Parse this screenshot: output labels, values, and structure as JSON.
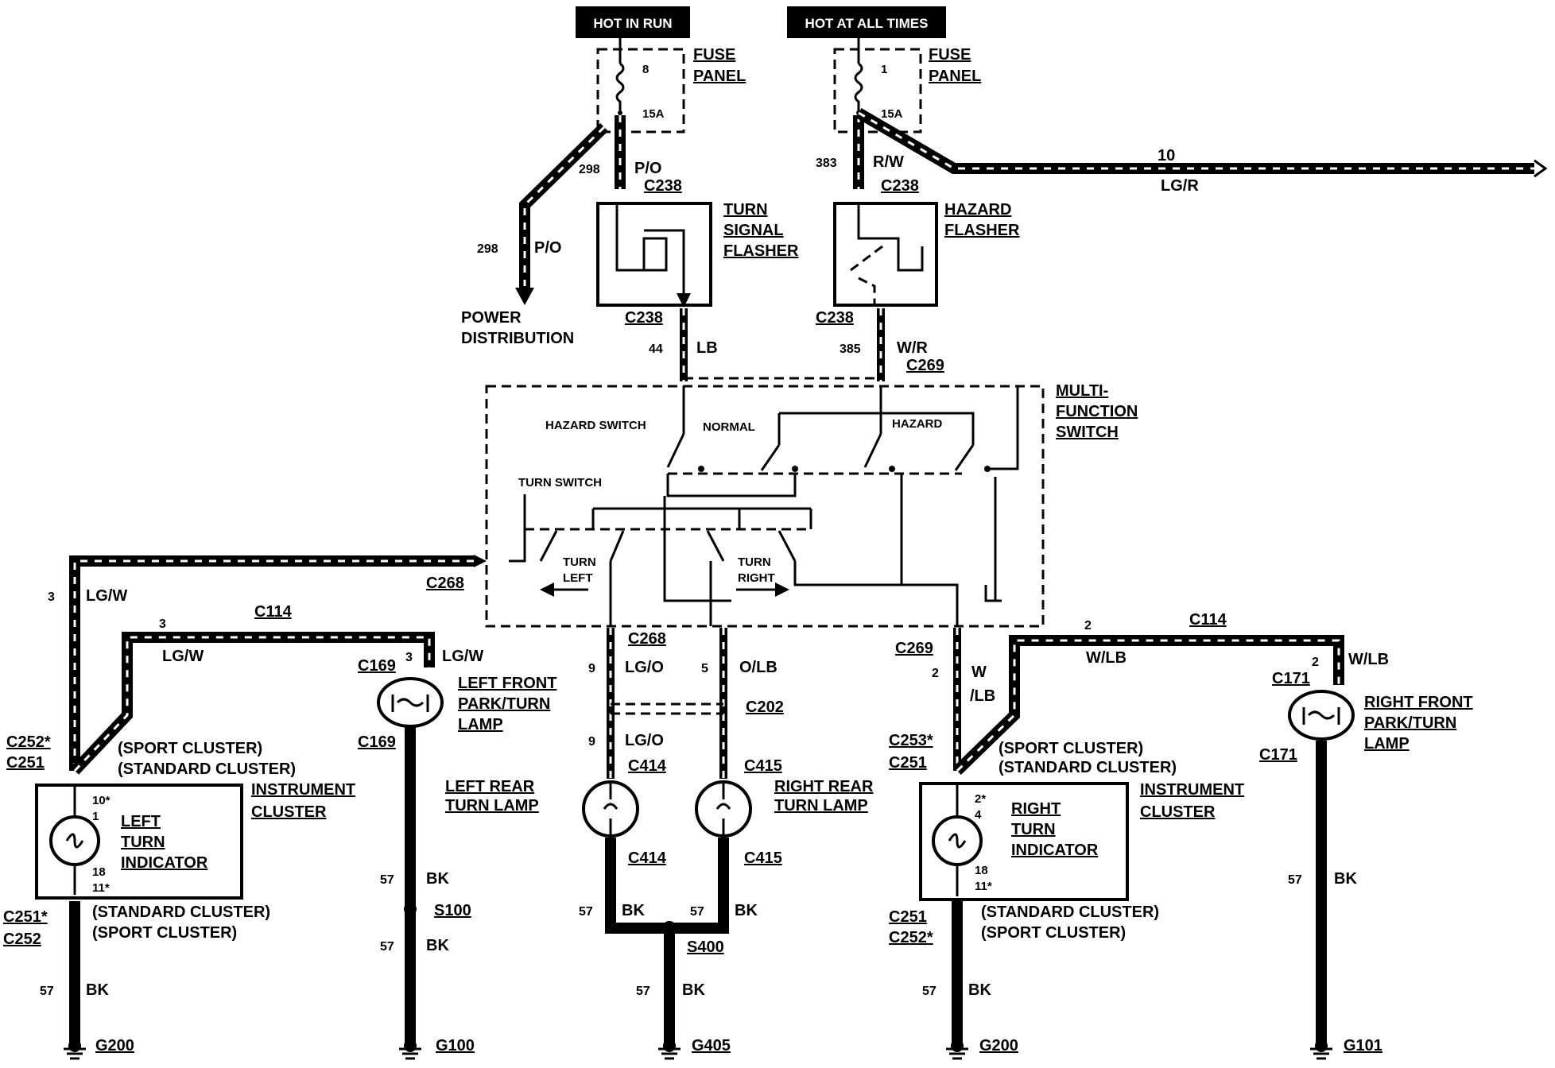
{
  "power": {
    "hot_in_run": "HOT IN RUN",
    "hot_at_all_times": "HOT AT ALL TIMES"
  },
  "fuses": {
    "left": {
      "label": "FUSE\nPANEL",
      "line1": "FUSE",
      "line2": "PANEL",
      "number": "8",
      "rating": "15A"
    },
    "right": {
      "label": "FUSE PANEL",
      "line1": "FUSE",
      "line2": "PANEL",
      "number": "1",
      "rating": "15A"
    }
  },
  "wires": {
    "w298_a": "298",
    "po_a": "P/O",
    "w298_b": "298",
    "po_b": "P/O",
    "w383": "383",
    "rw": "R/W",
    "w10": "10",
    "lgr": "LG/R",
    "w44": "44",
    "lb": "LB",
    "w385": "385",
    "wr": "W/R",
    "w3a": "3",
    "lgw_a": "LG/W",
    "w3b": "3",
    "lgw_b": "LG/W",
    "w3c": "3",
    "lgw_c": "LG/W",
    "w9a": "9",
    "lgo_a": "LG/O",
    "w5": "5",
    "olb": "O/LB",
    "w9b": "9",
    "lgo_b": "LG/O",
    "w2a": "2",
    "w_lb1": "W",
    "w_lb2": "/LB",
    "w2b": "2",
    "wlb_b": "W/LB",
    "w2c": "2",
    "wlb_c": "W/LB",
    "g57_1": "57",
    "bk_1": "BK",
    "g57_2": "57",
    "bk_2": "BK",
    "g57_3": "57",
    "bk_3": "BK",
    "g57_4": "57",
    "bk_4": "BK",
    "g57_5": "57",
    "bk_5": "BK",
    "g57_6": "57",
    "bk_6": "BK",
    "g57_7": "57",
    "bk_7": "BK",
    "g57_8": "57",
    "bk_8": "BK"
  },
  "connectors": {
    "c238_a": "C238",
    "c238_b": "C238",
    "c238_c": "C238",
    "c238_d": "C238",
    "c269_a": "C269",
    "c269_b": "C269",
    "c268_a": "C268",
    "c268_b": "C268",
    "c114_a": "C114",
    "c114_b": "C114",
    "c169_a": "C169",
    "c169_b": "C169",
    "c171_a": "C171",
    "c171_b": "C171",
    "c202": "C202",
    "c414_a": "C414",
    "c414_b": "C414",
    "c415_a": "C415",
    "c415_b": "C415",
    "c252s_l": "C252*",
    "c251_l": "C251",
    "c251s_l": "C251*",
    "c252_l": "C252",
    "c253s_r": "C253*",
    "c251_r": "C251",
    "c251_r2": "C251",
    "c252s_r": "C252*",
    "s100": "S100",
    "s400": "S400",
    "g200_a": "G200",
    "g100": "G100",
    "g405": "G405",
    "g200_b": "G200",
    "g101": "G101"
  },
  "components": {
    "turn_flasher": [
      "TURN",
      "SIGNAL",
      "FLASHER"
    ],
    "hazard_flasher": [
      "HAZARD",
      "FLASHER"
    ],
    "power_dist": [
      "POWER",
      "DISTRIBUTION"
    ],
    "mfs": [
      "MULTI-",
      "FUNCTION",
      "SWITCH"
    ],
    "hazard_switch": "HAZARD SWITCH",
    "normal": "NORMAL",
    "hazard": "HAZARD",
    "turn_switch": "TURN SWITCH",
    "turn_left": [
      "TURN",
      "LEFT"
    ],
    "turn_right": [
      "TURN",
      "RIGHT"
    ],
    "lf_lamp": [
      "LEFT FRONT",
      "PARK/TURN",
      "LAMP"
    ],
    "rf_lamp": [
      "RIGHT FRONT",
      "PARK/TURN",
      "LAMP"
    ],
    "lr_lamp": [
      "LEFT REAR",
      "TURN LAMP"
    ],
    "rr_lamp": [
      "RIGHT REAR",
      "TURN LAMP"
    ],
    "sport_l": "(SPORT CLUSTER)",
    "std_l": "(STANDARD CLUSTER)",
    "std_l2": "(STANDARD CLUSTER)",
    "sport_l2": "(SPORT CLUSTER)",
    "sport_r": "(SPORT CLUSTER)",
    "std_r": "(STANDARD CLUSTER)",
    "std_r2": "(STANDARD CLUSTER)",
    "sport_r2": "(SPORT CLUSTER)",
    "ic_l": [
      "INSTRUMENT",
      "CLUSTER"
    ],
    "ic_r": [
      "INSTRUMENT",
      "CLUSTER"
    ],
    "left_ind": [
      "LEFT",
      "TURN",
      "INDICATOR"
    ],
    "right_ind": [
      "RIGHT",
      "TURN",
      "INDICATOR"
    ],
    "pins_l": [
      "10*",
      "1",
      "18",
      "11*"
    ],
    "pins_r": [
      "2*",
      "4",
      "18",
      "11*"
    ]
  }
}
